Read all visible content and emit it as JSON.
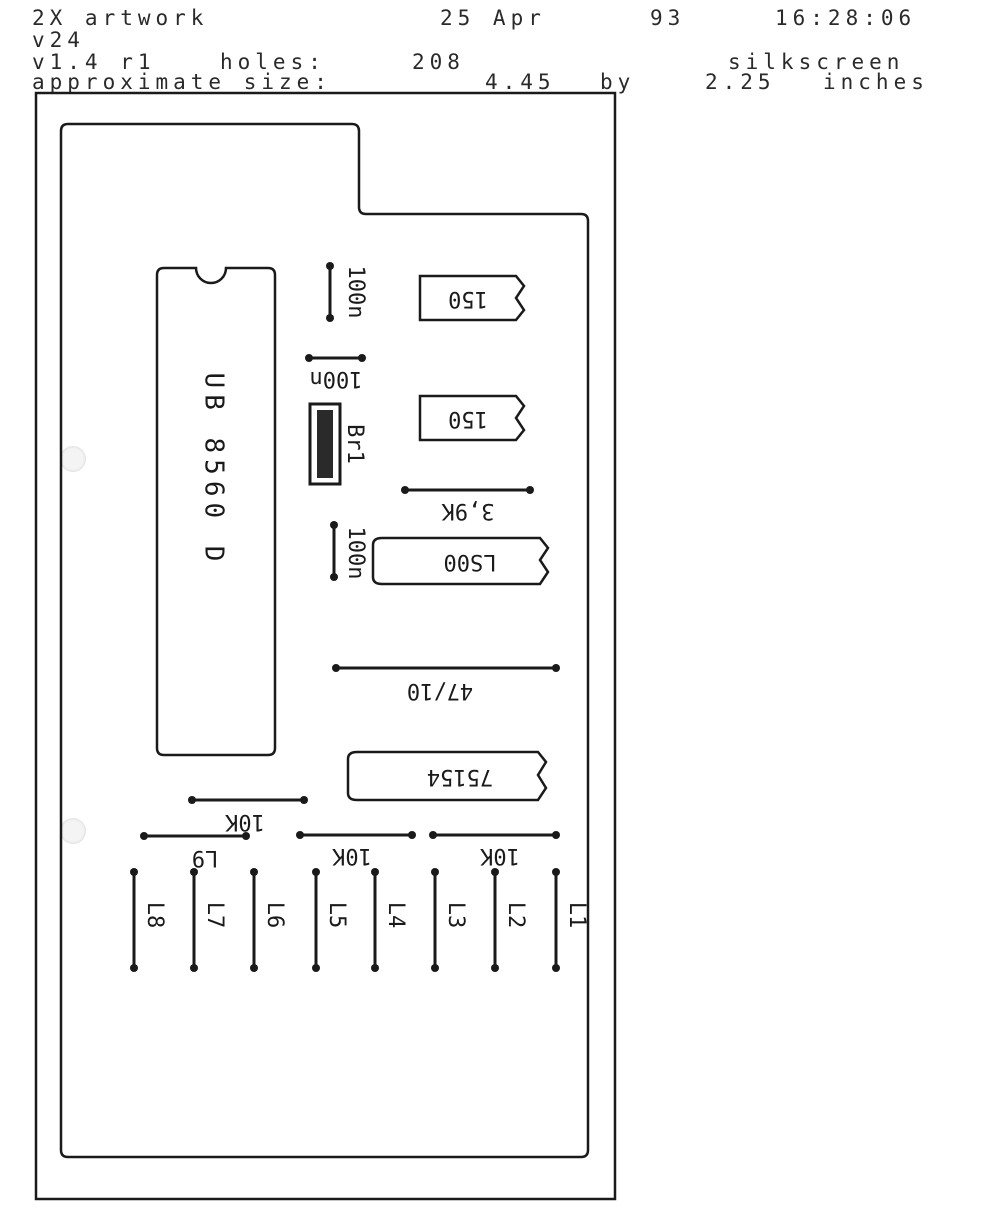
{
  "header": {
    "title": "2X artwork",
    "date": "25 Apr",
    "year": "93",
    "time": "16:28:06",
    "project": "v24",
    "version": "v1.4 r1",
    "holes_label": "holes:",
    "holes_count": "208",
    "layer": "silkscreen",
    "size_label": "approximate size:",
    "width": "4.45",
    "by_label": "by",
    "height": "2.25",
    "units": "inches"
  },
  "parts": {
    "ic_main": "UB 8560 D",
    "cap_top": "100n",
    "cap_mid": "100n",
    "bridge": "Br1",
    "cap_low": "100n",
    "ic_150_a": "150",
    "ic_150_b": "150",
    "res_39k": "3,9K",
    "ic_ls00": "LS00",
    "cap_4710": "47/10",
    "ic_75154": "75154",
    "res_10k_a": "10K",
    "res_10k_b": "10K",
    "res_10k_c": "10K",
    "led_l9": "L9",
    "leds": [
      "L8",
      "L7",
      "L6",
      "L5",
      "L4",
      "L3",
      "L2",
      "L1"
    ]
  },
  "colors": {
    "ink": "#1a1a1a",
    "paper": "#ffffff"
  }
}
